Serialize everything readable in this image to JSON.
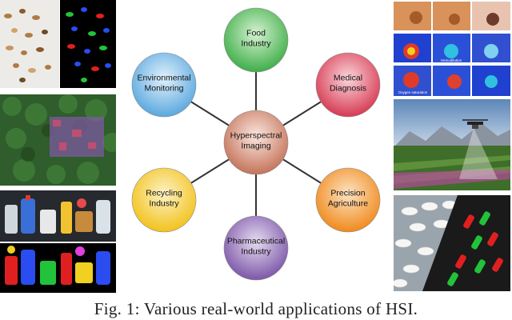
{
  "diagram": {
    "center": {
      "label": [
        "Hyperspectral",
        "Imaging"
      ],
      "color": "#c4735a"
    },
    "nodes": [
      {
        "id": "food",
        "label": [
          "Food",
          "Industry"
        ],
        "color": "#3fae49"
      },
      {
        "id": "medical",
        "label": [
          "Medical",
          "Diagnosis"
        ],
        "color": "#d63a52"
      },
      {
        "id": "precision",
        "label": [
          "Precision",
          "Agriculture"
        ],
        "color": "#f08a1c"
      },
      {
        "id": "pharma",
        "label": [
          "Pharmaceutical",
          "Industry"
        ],
        "color": "#7d57a8"
      },
      {
        "id": "recycling",
        "label": [
          "Recycling",
          "Industry"
        ],
        "color": "#f2c21b"
      },
      {
        "id": "environmental",
        "label": [
          "Environmental",
          "Monitoring"
        ],
        "color": "#5aa8df"
      }
    ]
  },
  "image_labels": {
    "medical_b": "Hemodilution",
    "medical_c": "Oxygen saturation"
  },
  "caption": "Fig. 1: Various real-world applications of HSI."
}
